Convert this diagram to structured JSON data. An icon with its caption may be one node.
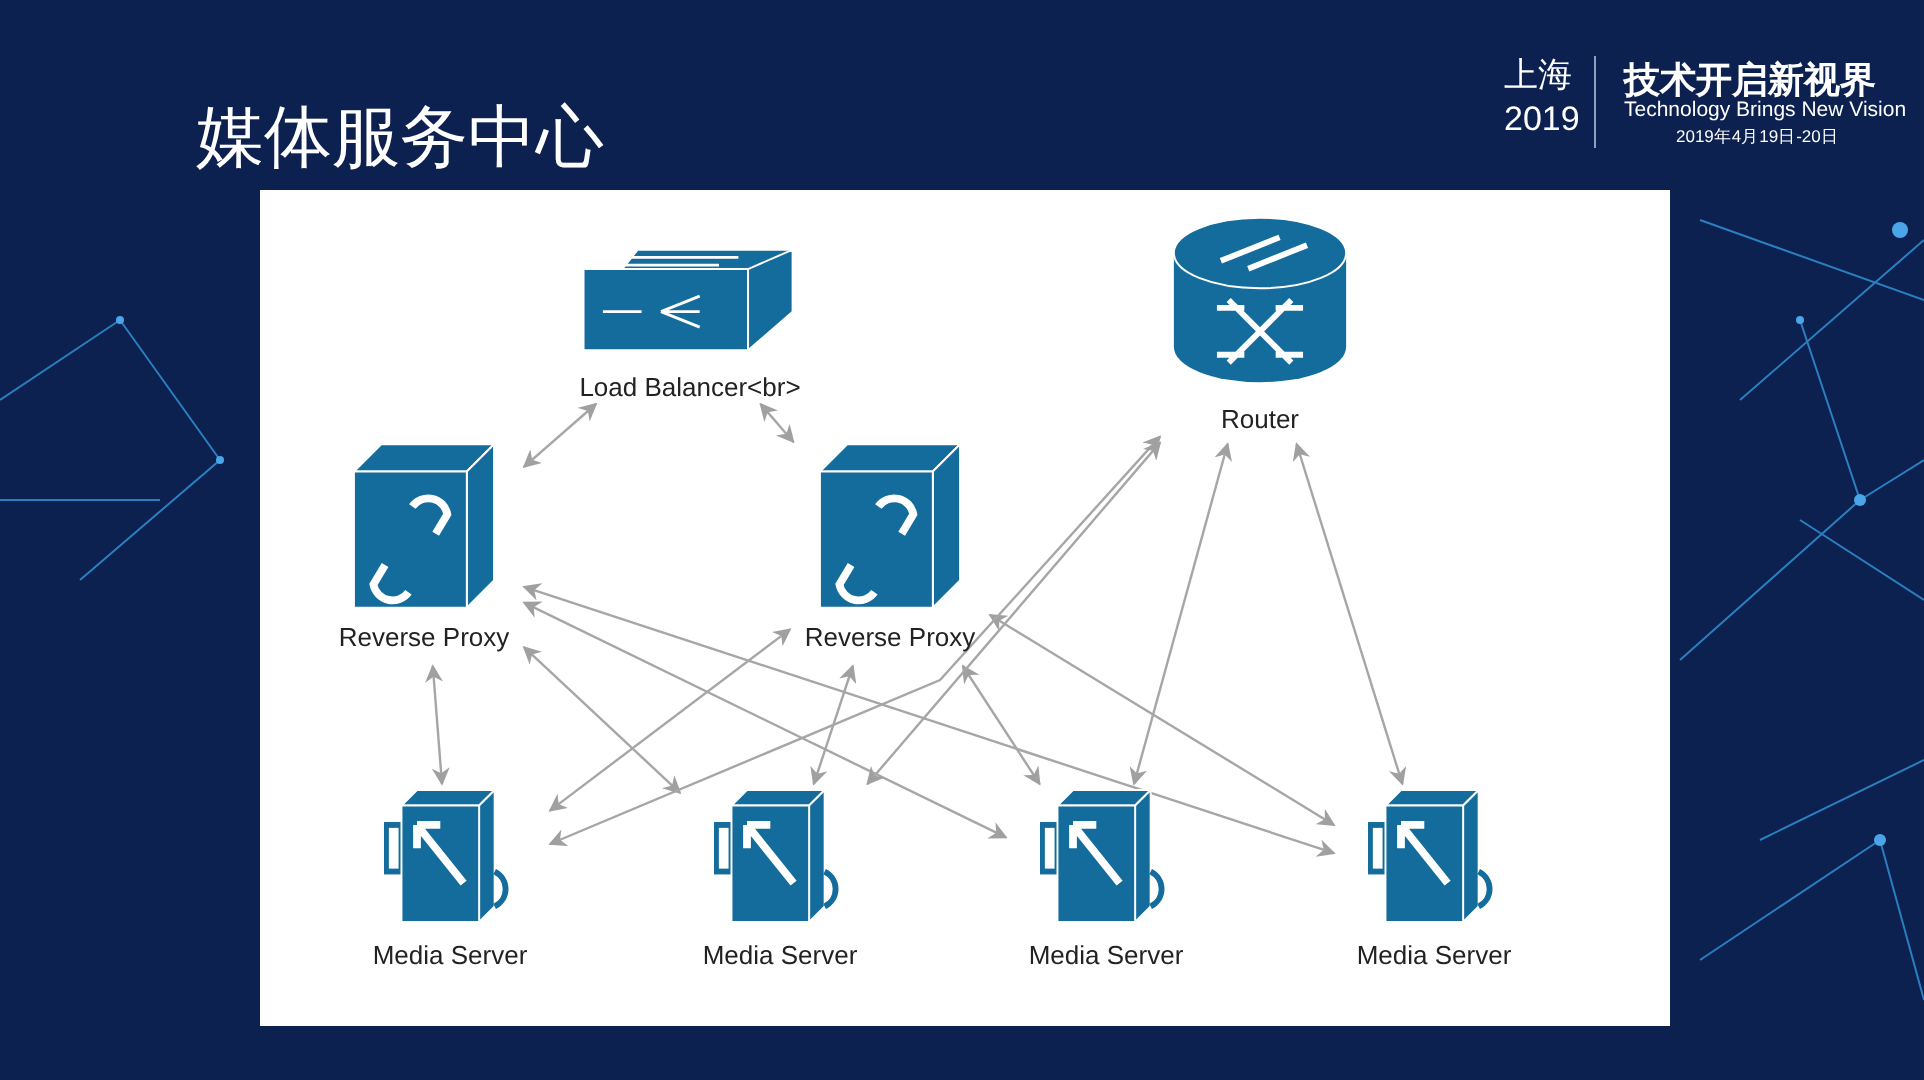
{
  "diagram": {
    "title": "媒体服务中心",
    "nodes": [
      {
        "text": [
          "Load Balancer<br>"
        ]
      },
      {
        "text": [
          "Router"
        ]
      },
      {
        "text": [
          "Reverse Proxy"
        ]
      },
      {
        "text": [
          "Reverse Proxy"
        ]
      },
      {
        "text": [
          "Media Server"
        ]
      },
      {
        "text": [
          "Media Server"
        ]
      },
      {
        "text": [
          "Media Server"
        ]
      },
      {
        "text": [
          "Media Server"
        ]
      }
    ],
    "edges": [
      {
        "from": 0,
        "to": 2,
        "arrow": "both"
      },
      {
        "from": 0,
        "to": 3,
        "arrow": "both"
      },
      {
        "from": 2,
        "to": 4,
        "arrow": "both"
      },
      {
        "from": 2,
        "to": 5,
        "arrow": "both"
      },
      {
        "from": 2,
        "to": 6,
        "arrow": "both"
      },
      {
        "from": 2,
        "to": 7,
        "arrow": "both"
      },
      {
        "from": 3,
        "to": 4,
        "arrow": "both"
      },
      {
        "from": 3,
        "to": 5,
        "arrow": "both"
      },
      {
        "from": 3,
        "to": 6,
        "arrow": "both"
      },
      {
        "from": 3,
        "to": 7,
        "arrow": "both"
      },
      {
        "from": 1,
        "to": 4,
        "arrow": "both"
      },
      {
        "from": 1,
        "to": 5,
        "arrow": "both"
      },
      {
        "from": 1,
        "to": 6,
        "arrow": "both"
      },
      {
        "from": 1,
        "to": 7,
        "arrow": "both"
      }
    ],
    "labels": [
      "上海",
      "2019",
      "技术开启新视界",
      "Technology Brings New Vision",
      "2019年4月19日-20日"
    ]
  }
}
